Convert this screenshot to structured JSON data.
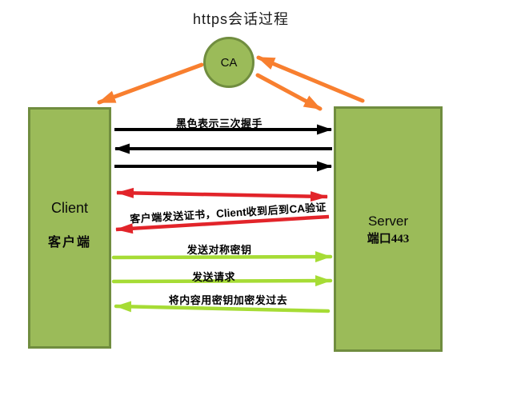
{
  "title": "https会话过程",
  "ca": {
    "label": "CA"
  },
  "client": {
    "title": "Client",
    "subtitle": "客户端"
  },
  "server": {
    "title": "Server",
    "subtitle": "端口443"
  },
  "arrows": [
    {
      "id": "ca-to-client",
      "color": "orange",
      "from": "CA",
      "to": "Client",
      "label": ""
    },
    {
      "id": "server-to-ca",
      "color": "orange",
      "from": "Server",
      "to": "CA",
      "label": ""
    },
    {
      "id": "ca-to-server",
      "color": "orange",
      "from": "CA",
      "to": "Server",
      "label": ""
    },
    {
      "id": "handshake-1",
      "color": "black",
      "from": "Client",
      "to": "Server",
      "label": "黑色表示三次握手"
    },
    {
      "id": "handshake-2",
      "color": "black",
      "from": "Server",
      "to": "Client",
      "label": ""
    },
    {
      "id": "handshake-3",
      "color": "black",
      "from": "Client",
      "to": "Server",
      "label": ""
    },
    {
      "id": "cert-exchange",
      "color": "red",
      "from": "Client",
      "to": "Server",
      "double_headed": true,
      "label": "客户端发送证书，Client收到后到CA验证"
    },
    {
      "id": "ca-verify-return",
      "color": "red",
      "from": "Server",
      "to": "Client",
      "label": ""
    },
    {
      "id": "send-symmetric-key",
      "color": "green",
      "from": "Client",
      "to": "Server",
      "label": "发送对称密钥"
    },
    {
      "id": "send-request",
      "color": "green",
      "from": "Client",
      "to": "Server",
      "label": "发送请求"
    },
    {
      "id": "send-encrypted-content",
      "color": "green",
      "from": "Server",
      "to": "Client",
      "label": "将内容用密钥加密发过去"
    }
  ],
  "cert_label_parts": {
    "p1": "客户端发送证书，",
    "p2": "Client",
    "p3": "收到后到",
    "p4": "CA",
    "p5": "验证"
  },
  "colors": {
    "box_fill": "#9bbb59",
    "box_border": "#708d3f",
    "orange": "#f87f2f",
    "red": "#e2242a",
    "green": "#a6dc35",
    "black": "#000000",
    "text": "#1a1a1a"
  }
}
